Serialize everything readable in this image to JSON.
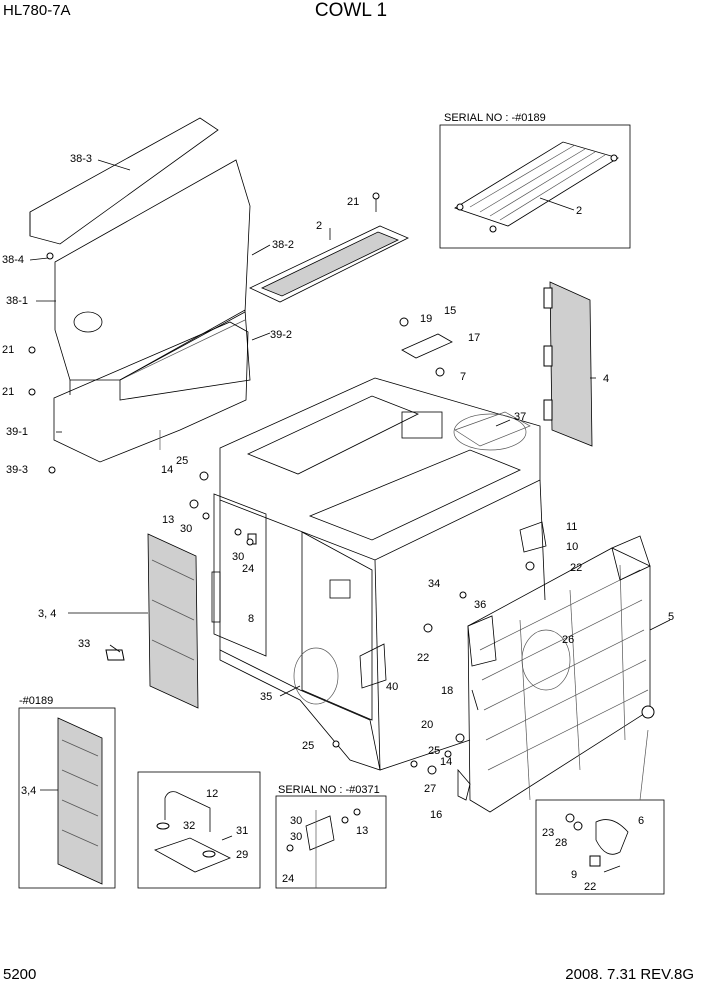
{
  "header": {
    "model": "HL780-7A",
    "title": "COWL 1"
  },
  "footer": {
    "page": "5200",
    "revision": "2008. 7.31  REV.8G"
  },
  "boxes": {
    "serial_top": "SERIAL NO : -#0189",
    "left_inset": "-#0189",
    "serial_bottom": "SERIAL NO : -#0371"
  },
  "callouts": {
    "c38_3": "38-3",
    "c38_4": "38-4",
    "c38_1": "38-1",
    "c38_2": "38-2",
    "c39_2": "39-2",
    "c39_1": "39-1",
    "c39_3": "39-3",
    "c21a": "21",
    "c21b": "21",
    "c21c": "21",
    "c2": "2",
    "c2b": "2",
    "c4": "4",
    "c5": "5",
    "c6": "6",
    "c7": "7",
    "c8": "8",
    "c9": "9",
    "c10": "10",
    "c11": "11",
    "c12": "12",
    "c13a": "13",
    "c13b": "13",
    "c14a": "14",
    "c14b": "14",
    "c15": "15",
    "c16": "16",
    "c17": "17",
    "c18": "18",
    "c19": "19",
    "c20": "20",
    "c22a": "22",
    "c22b": "22",
    "c22c": "22",
    "c23": "23",
    "c24a": "24",
    "c24b": "24",
    "c25a": "25",
    "c25b": "25",
    "c25c": "25",
    "c26": "26",
    "c27": "27",
    "c28": "28",
    "c29": "29",
    "c30a": "30",
    "c30b": "30",
    "c30c": "30",
    "c30d": "30",
    "c31": "31",
    "c32": "32",
    "c33": "33",
    "c34": "34",
    "c35": "35",
    "c36": "36",
    "c37": "37",
    "c40": "40",
    "c34a": "3, 4",
    "c34b": "3,4"
  }
}
